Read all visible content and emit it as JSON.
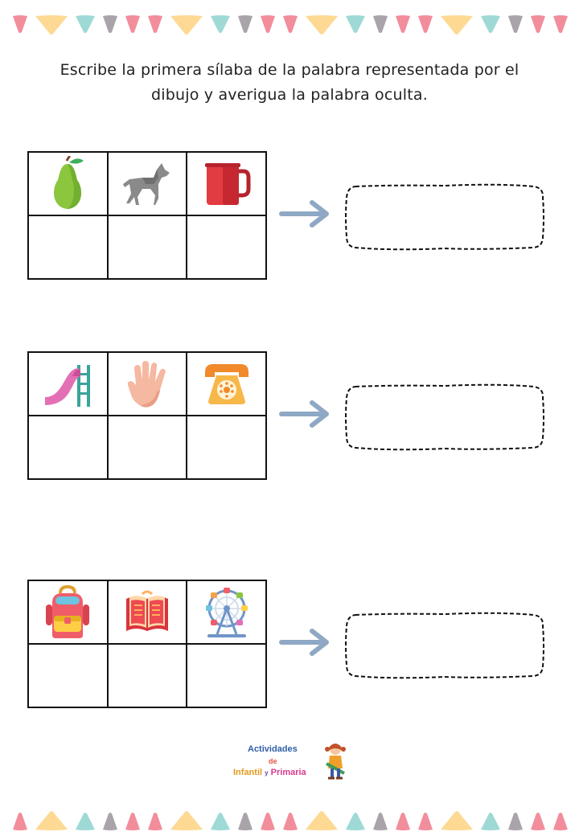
{
  "instructions": {
    "line1": "Escribe la primera sílaba de la palabra representada por el",
    "line2": "dibujo y averigua la palabra oculta."
  },
  "exercises": [
    {
      "pictures": [
        "pear-icon",
        "wolf-icon",
        "mug-icon"
      ],
      "answer": ""
    },
    {
      "pictures": [
        "slide-icon",
        "hand-icon",
        "telephone-icon"
      ],
      "answer": ""
    },
    {
      "pictures": [
        "backpack-icon",
        "book-icon",
        "ferris-wheel-icon"
      ],
      "answer": ""
    }
  ],
  "logo": {
    "line1": "Actividades",
    "line2": "de",
    "line3a": "Infantil",
    "line3b": "y",
    "line3c": "Primaria"
  },
  "colors": {
    "arrow": "#8fa8c4",
    "flag_pink": "#f28d9b",
    "flag_yellow": "#fdd993",
    "flag_teal": "#9fd9d6",
    "flag_grey": "#a9a3aa"
  }
}
